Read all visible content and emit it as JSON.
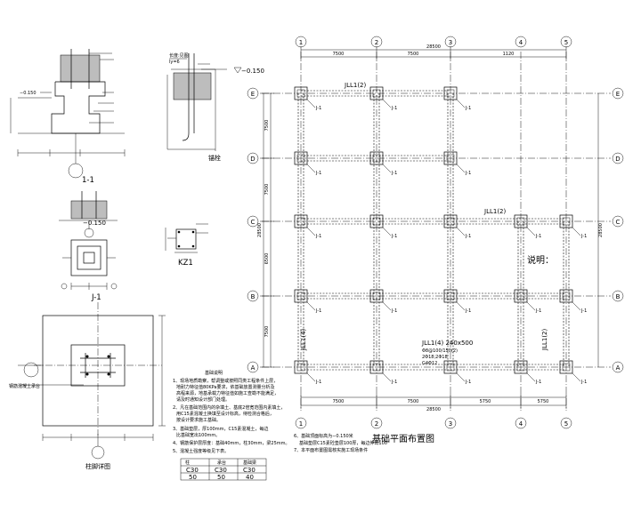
{
  "section_1_1": {
    "title": "1-1",
    "elevation": "−0.150"
  },
  "j1_detail": {
    "title": "J-1",
    "elevation": "−0.150"
  },
  "anchor_detail": {
    "title": "锚栓",
    "elevation": "−0.150",
    "spec": "长度:见图",
    "spec2": "ly=6"
  },
  "kz1": {
    "title": "KZ1"
  },
  "base_detail": {
    "title": "柱脚详图",
    "note": "钢筋混凝土承台"
  },
  "notes": {
    "title": "基础说明",
    "items": [
      "1、现场地质勘察，帮调整或按照同类工程条件上层，",
      "地耐力特征值80KPa要求，依基础放置测量分析及",
      "高程来源，地基承载力特征值如施工查勘不能满足，",
      "请及时通知设计部门处理。",
      "2、凡在基础范围内的杂填土、基底2倍宽范围内素填土，",
      "用C15素混凝土换填至设计标高，待检测合格后，",
      "按设计要求施工基础。",
      "3、基础垫层，厚100mm，C15素混凝土，每边",
      "比基础宽出100mm。",
      "4、钢筋保护层厚度：基础40mm，柱30mm，梁25mm。",
      "5、混凝土强度等级见下表。"
    ]
  },
  "concrete_table": {
    "headers": [
      "柱",
      "承台",
      "基础梁"
    ],
    "rows": [
      [
        "C30",
        "C30",
        "C30"
      ],
      [
        "50",
        "50",
        "40"
      ]
    ]
  },
  "plan_notes": [
    "6、基础顶面标高为−0.150米",
    "基础垫层C15素砼垫层100厚，每边伸出100",
    "7、本平面布置图需核实施工现场条件"
  ],
  "plan": {
    "title": "基础平面布置图",
    "explanation_label": "说明：",
    "grid_cols": [
      "1",
      "2",
      "3",
      "4",
      "5"
    ],
    "grid_rows": [
      "A",
      "B",
      "C",
      "D",
      "E"
    ],
    "top_dims": [
      "7500",
      "7500",
      "1120"
    ],
    "overall_top": "28500",
    "bottom_dims": [
      "7500",
      "7500",
      "5750",
      "5750"
    ],
    "overall_bottom": "28500",
    "left_dims": [
      "7500",
      "6500",
      "7500",
      "7500"
    ],
    "left_total": "28500",
    "right_total": "28500",
    "footing_label": "J-1",
    "beams": {
      "top": "JLL1(2)",
      "middle": "JLL1(2)",
      "left": "JLL1(4)",
      "right": "JLL1(2)"
    },
    "beam_spec": [
      "JLL1(4) 240x500",
      "Φ8@100/150(2)",
      "2Φ18;2Φ18",
      "G4Φ12"
    ]
  }
}
